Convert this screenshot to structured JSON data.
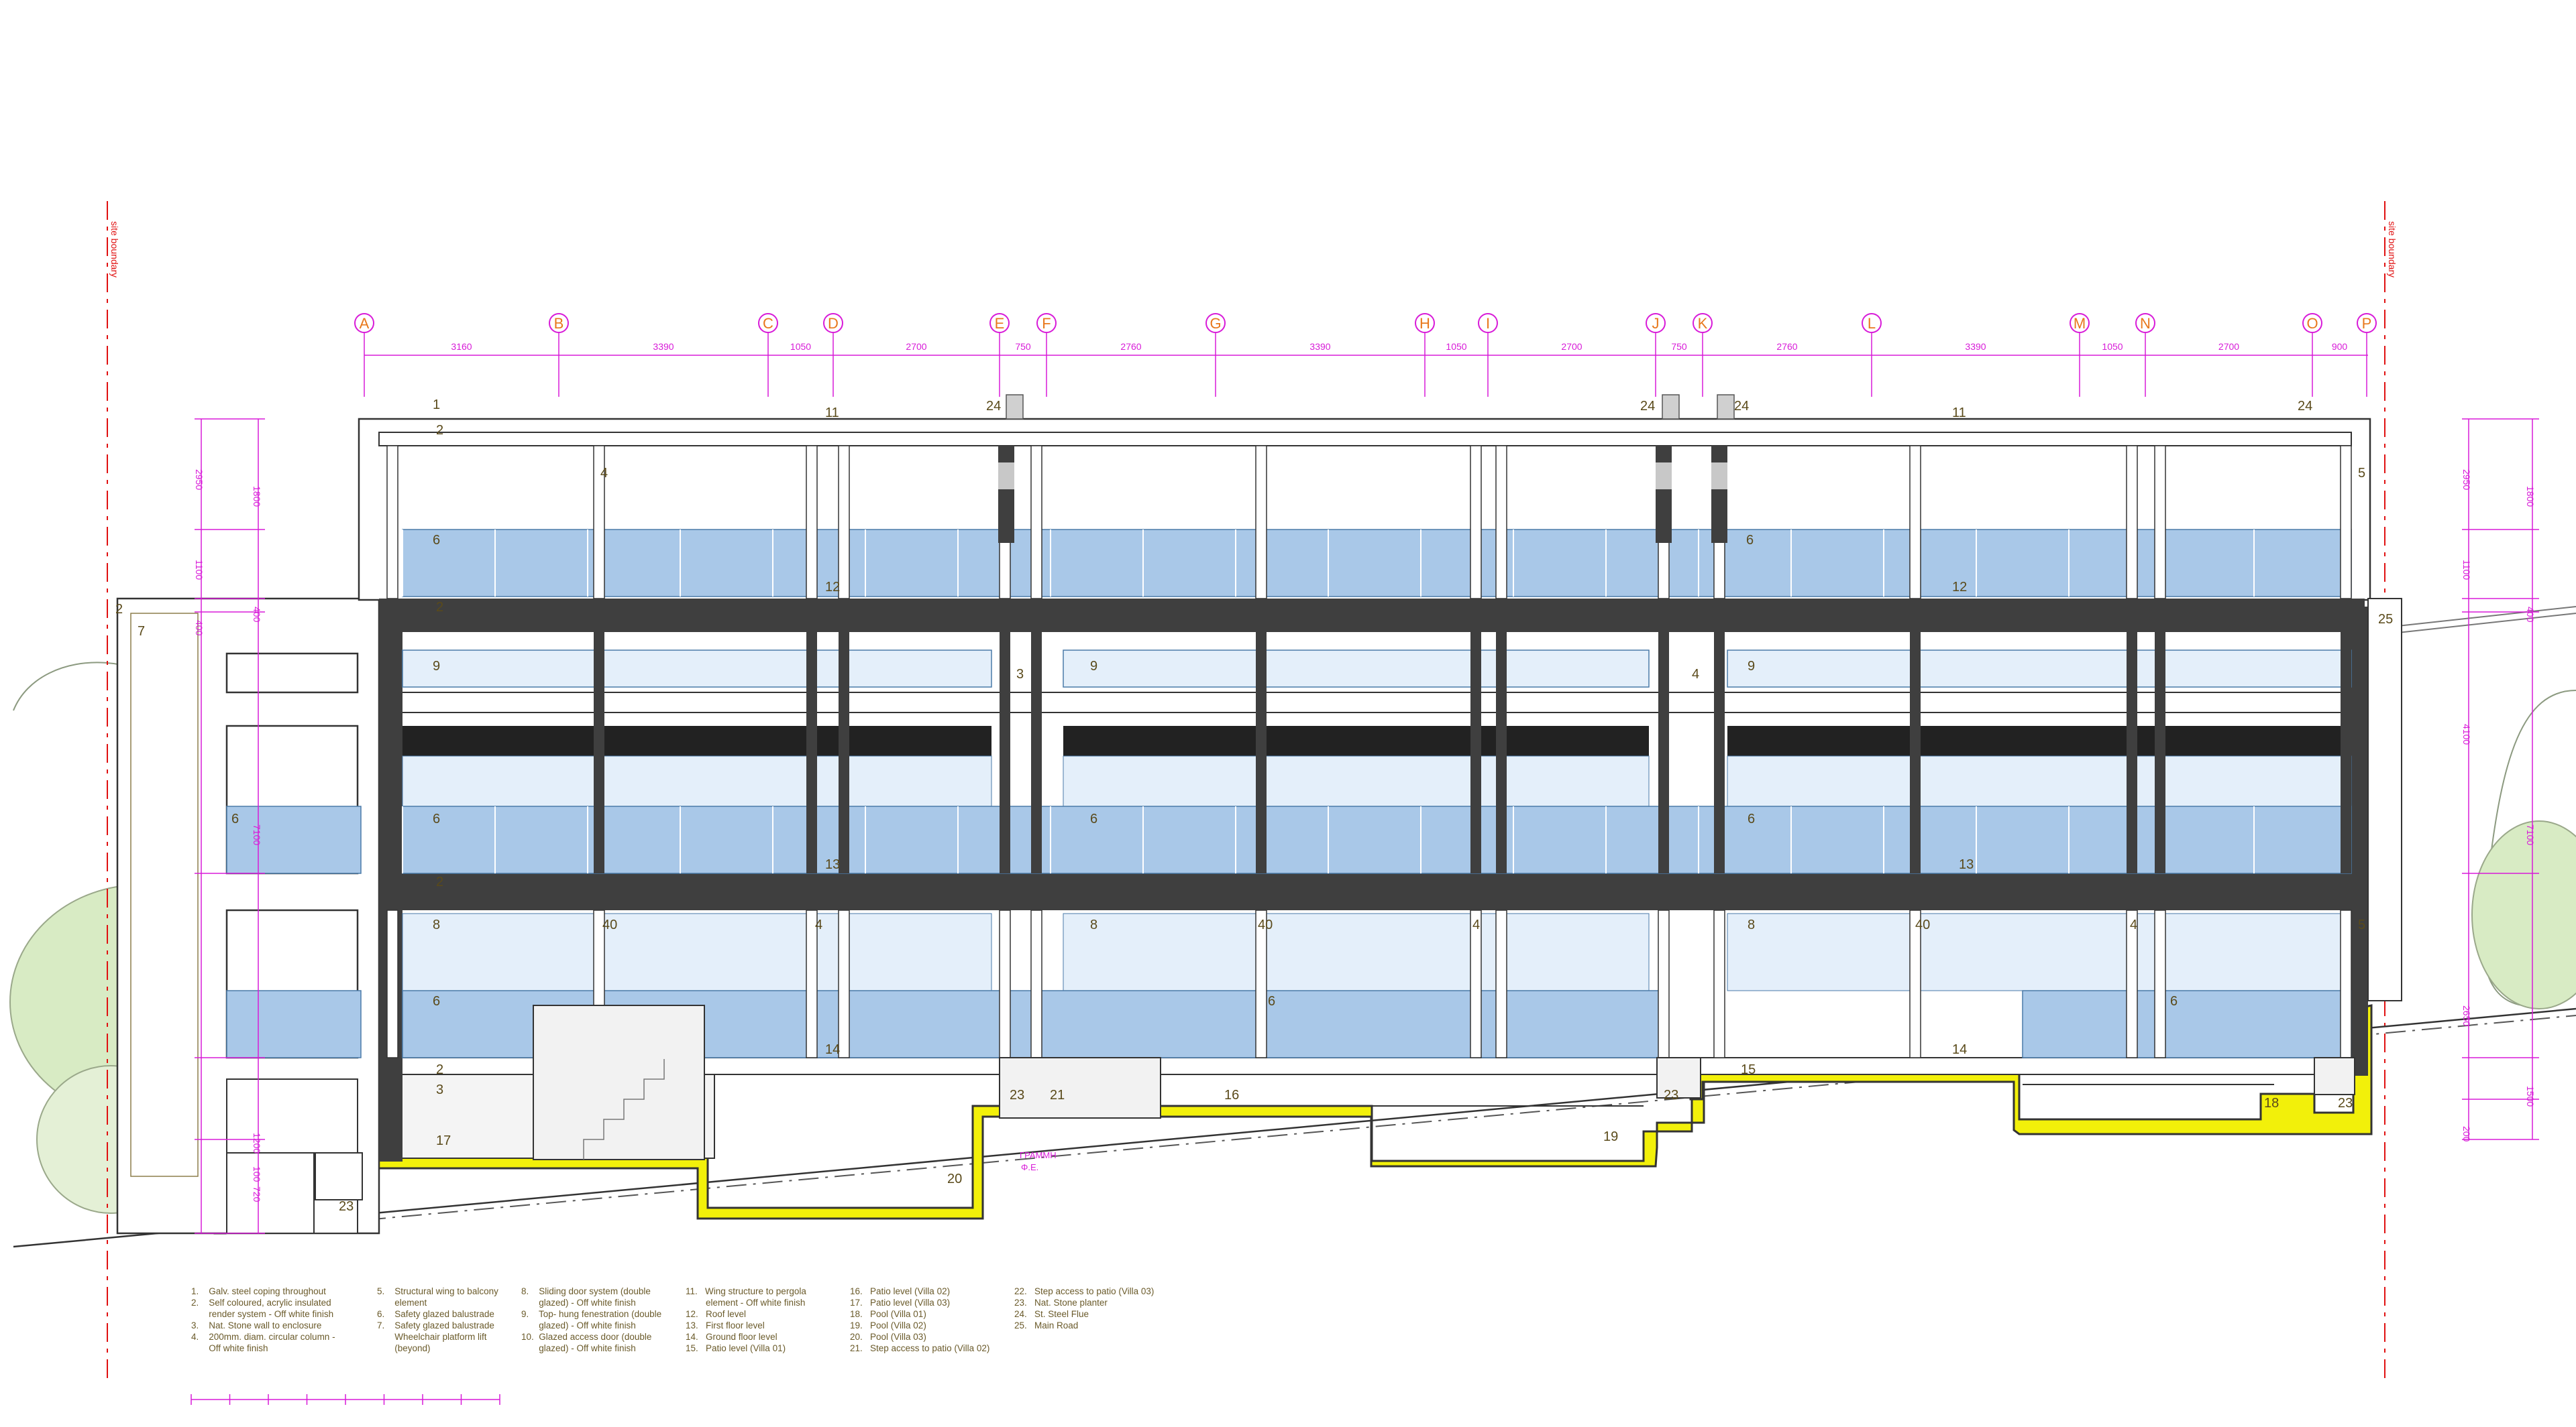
{
  "boundary_label": "site boundary",
  "grid_lines": [
    "A",
    "B",
    "C",
    "D",
    "E",
    "F",
    "G",
    "H",
    "I",
    "J",
    "K",
    "L",
    "M",
    "N",
    "O",
    "P"
  ],
  "grid_dimensions": [
    "3160",
    "3390",
    "1050",
    "2700",
    "750",
    "2760",
    "3390",
    "1050",
    "2700",
    "750",
    "2760",
    "3390",
    "1050",
    "2700",
    "900"
  ],
  "vertical_dims_left": [
    "2950",
    "1800",
    "1100",
    "400",
    "400",
    "7100",
    "1200",
    "720",
    "100"
  ],
  "vertical_dims_right": [
    "2950",
    "1800",
    "1100",
    "400",
    "4100",
    "7100",
    "2650",
    "1500",
    "200"
  ],
  "callouts": {
    "c1": "1",
    "c2a": "2",
    "c2b": "2",
    "c2c": "2",
    "c2d": "2",
    "c2e": "2",
    "c2f": "2",
    "c3a": "3",
    "c3b": "3",
    "c4a": "4",
    "c4b": "4",
    "c4c": "4",
    "c4d": "4",
    "c4e": "4",
    "c4f": "4",
    "c4g": "4",
    "c40a": "40",
    "c40b": "40",
    "c40c": "40",
    "c5a": "5",
    "c5b": "5",
    "c6a": "6",
    "c6b": "6",
    "c6c": "6",
    "c6d": "6",
    "c6e": "6",
    "c6f": "6",
    "c6g": "6",
    "c6h": "6",
    "c6i": "6",
    "c6j": "6",
    "c7": "7",
    "c8a": "8",
    "c8b": "8",
    "c8c": "8",
    "c8d": "8",
    "c9a": "9",
    "c9b": "9",
    "c9c": "9",
    "c11a": "11",
    "c11b": "11",
    "c12a": "12",
    "c12b": "12",
    "c13a": "13",
    "c13b": "13",
    "c14a": "14",
    "c14b": "14",
    "c15": "15",
    "c16": "16",
    "c17": "17",
    "c18": "18",
    "c19": "19",
    "c20": "20",
    "c21": "21",
    "c23a": "23",
    "c23b": "23",
    "c23c": "23",
    "c23d": "23",
    "c24a": "24",
    "c24b": "24",
    "c24c": "24",
    "c24d": "24",
    "c25": "25"
  },
  "pool_label": "ΓΡΑΜΜΗ\nΦ.Ε.",
  "legend": [
    "1.    Galv. steel coping throughout\n2.    Self coloured, acrylic insulated\n       render system - Off white finish\n3.    Nat. Stone wall to enclosure\n4.    200mm. diam. circular column -\n       Off white finish",
    "5.    Structural wing to balcony\n       element\n6.    Safety glazed balustrade\n7.    Safety glazed balustrade\n       Wheelchair platform lift\n       (beyond)",
    "8.    Sliding door system (double\n       glazed) - Off white finish\n9.    Top- hung fenestration (double\n       glazed) - Off white finish\n10.  Glazed access door (double\n       glazed) - Off white finish",
    "11.   Wing structure to pergola\n        element - Off white finish\n12.   Roof level\n13.   First floor level\n14.   Ground floor level\n15.   Patio level (Villa 01)",
    "16.   Patio level (Villa 02)\n17.   Patio level (Villa 03)\n18.   Pool (Villa 01)\n19.   Pool (Villa 02)\n20.   Pool (Villa 03)\n21.   Step access to patio (Villa 02)",
    "22.   Step access to patio (Villa 03)\n23.   Nat. Stone planter\n24.   St. Steel Flue\n25.   Main Road"
  ],
  "colors": {
    "ink": "#333333",
    "dark": "#3f3f3f",
    "glass": "#a9c8e8",
    "glass_light": "#e4effa",
    "pool": "#f2f00a",
    "magenta": "#d81bd8",
    "grid_orange": "#e8781c",
    "boundary_red": "#e01010",
    "tree": "#d8ebc4"
  }
}
